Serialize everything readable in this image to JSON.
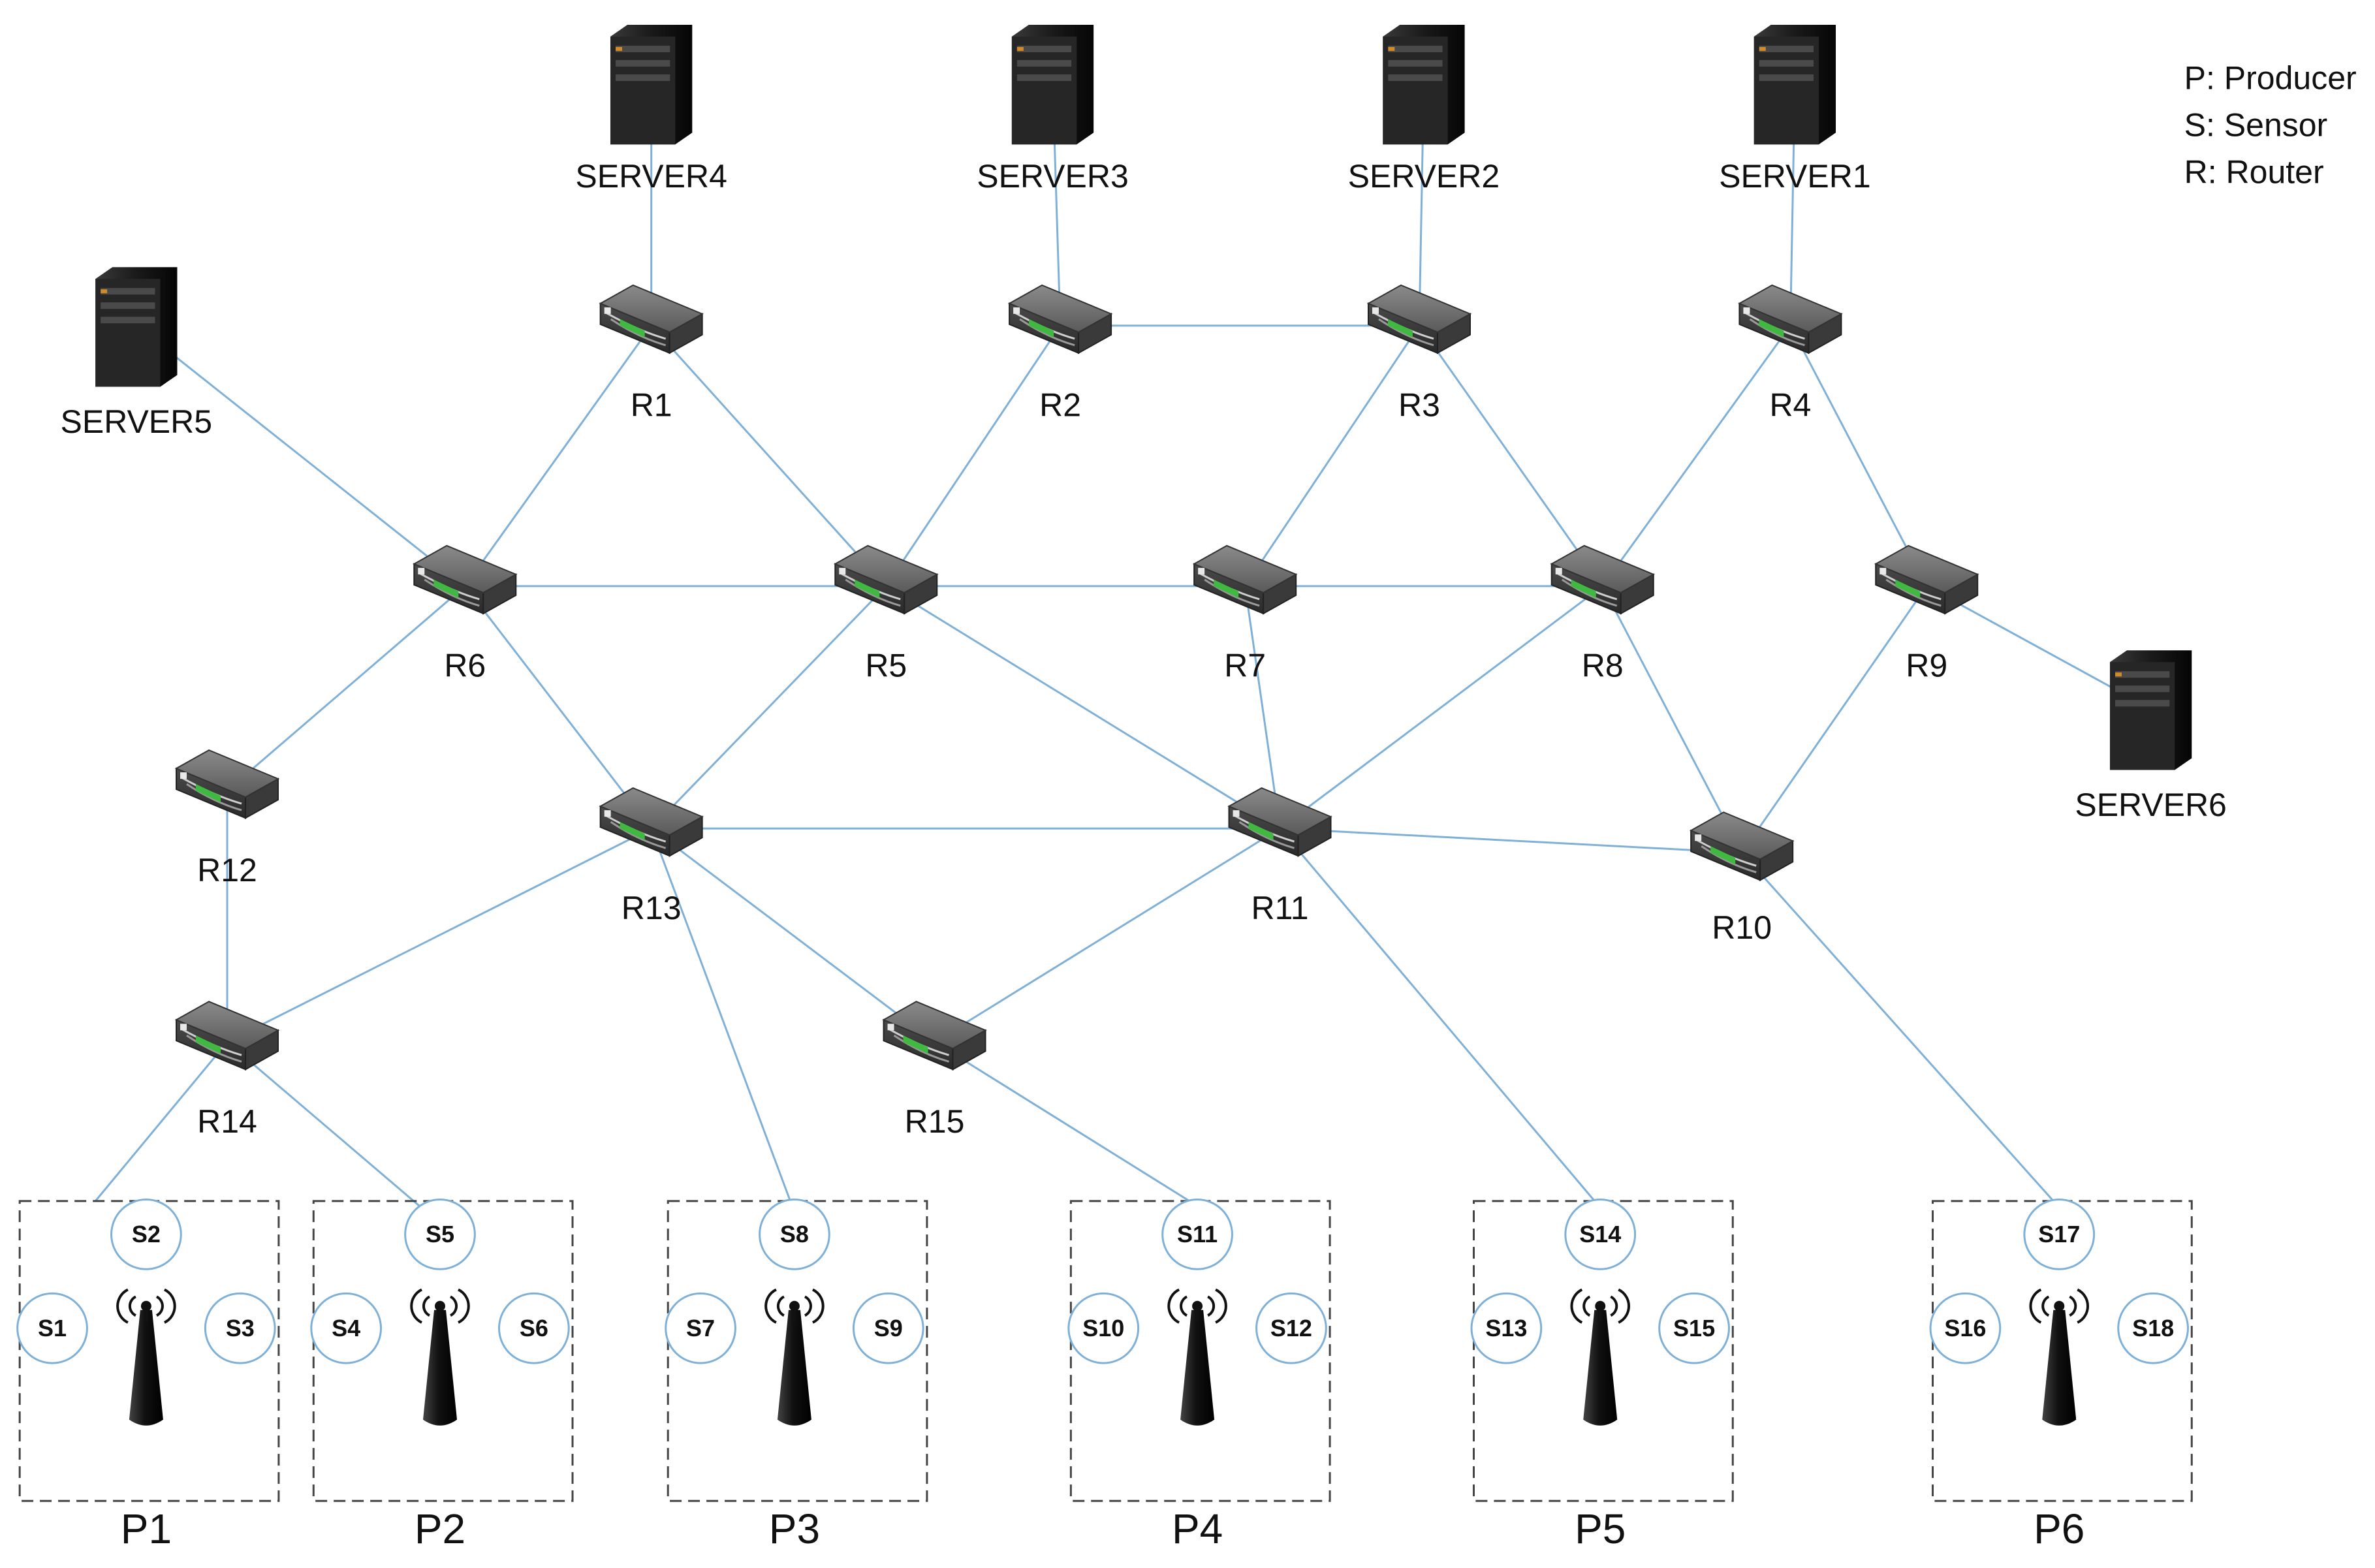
{
  "legend": [
    "P: Producer",
    "S: Sensor",
    "R: Router"
  ],
  "colors": {
    "link": "#7fb0d8",
    "sensor_ring": "#7fb0d8",
    "box_border": "#444444",
    "text": "#111111",
    "server_body": "#1e1e1e",
    "router_body": "#4a4a4a",
    "router_led": "#3fb93f"
  },
  "servers": [
    {
      "id": "s4",
      "label": "SERVER4"
    },
    {
      "id": "s3",
      "label": "SERVER3"
    },
    {
      "id": "s2",
      "label": "SERVER2"
    },
    {
      "id": "s1",
      "label": "SERVER1"
    },
    {
      "id": "s5",
      "label": "SERVER5"
    },
    {
      "id": "s6",
      "label": "SERVER6"
    }
  ],
  "routers": [
    {
      "id": "r1",
      "label": "R1"
    },
    {
      "id": "r2",
      "label": "R2"
    },
    {
      "id": "r3",
      "label": "R3"
    },
    {
      "id": "r4",
      "label": "R4"
    },
    {
      "id": "r5",
      "label": "R5"
    },
    {
      "id": "r6",
      "label": "R6"
    },
    {
      "id": "r7",
      "label": "R7"
    },
    {
      "id": "r8",
      "label": "R8"
    },
    {
      "id": "r9",
      "label": "R9"
    },
    {
      "id": "r10",
      "label": "R10"
    },
    {
      "id": "r11",
      "label": "R11"
    },
    {
      "id": "r12",
      "label": "R12"
    },
    {
      "id": "r13",
      "label": "R13"
    },
    {
      "id": "r14",
      "label": "R14"
    },
    {
      "id": "r15",
      "label": "R15"
    }
  ],
  "producers": [
    {
      "id": "p1",
      "label": "P1",
      "sensors": [
        "S1",
        "S2",
        "S3"
      ]
    },
    {
      "id": "p2",
      "label": "P2",
      "sensors": [
        "S4",
        "S5",
        "S6"
      ]
    },
    {
      "id": "p3",
      "label": "P3",
      "sensors": [
        "S7",
        "S8",
        "S9"
      ]
    },
    {
      "id": "p4",
      "label": "P4",
      "sensors": [
        "S10",
        "S11",
        "S12"
      ]
    },
    {
      "id": "p5",
      "label": "P5",
      "sensors": [
        "S13",
        "S14",
        "S15"
      ]
    },
    {
      "id": "p6",
      "label": "P6",
      "sensors": [
        "S16",
        "S17",
        "S18"
      ]
    }
  ],
  "links": [
    [
      "s4",
      "r1"
    ],
    [
      "s3",
      "r2"
    ],
    [
      "s2",
      "r3"
    ],
    [
      "s1",
      "r4"
    ],
    [
      "s5",
      "r6"
    ],
    [
      "s6",
      "r9"
    ],
    [
      "r2",
      "r3"
    ],
    [
      "r1",
      "r6"
    ],
    [
      "r1",
      "r5"
    ],
    [
      "r2",
      "r5"
    ],
    [
      "r3",
      "r7"
    ],
    [
      "r3",
      "r8"
    ],
    [
      "r4",
      "r8"
    ],
    [
      "r4",
      "r9"
    ],
    [
      "r6",
      "r5"
    ],
    [
      "r5",
      "r7"
    ],
    [
      "r7",
      "r8"
    ],
    [
      "r6",
      "r12"
    ],
    [
      "r6",
      "r13"
    ],
    [
      "r5",
      "r13"
    ],
    [
      "r5",
      "r11"
    ],
    [
      "r7",
      "r11"
    ],
    [
      "r8",
      "r11"
    ],
    [
      "r8",
      "r10"
    ],
    [
      "r9",
      "r10"
    ],
    [
      "r13",
      "r11"
    ],
    [
      "r11",
      "r10"
    ],
    [
      "r12",
      "r14"
    ],
    [
      "r13",
      "r14"
    ],
    [
      "r13",
      "r15"
    ],
    [
      "r11",
      "r15"
    ],
    [
      "r14",
      "p1"
    ],
    [
      "r14",
      "p2"
    ],
    [
      "r13",
      "p3"
    ],
    [
      "r15",
      "p4"
    ],
    [
      "r11",
      "p5"
    ],
    [
      "r10",
      "p6"
    ]
  ]
}
